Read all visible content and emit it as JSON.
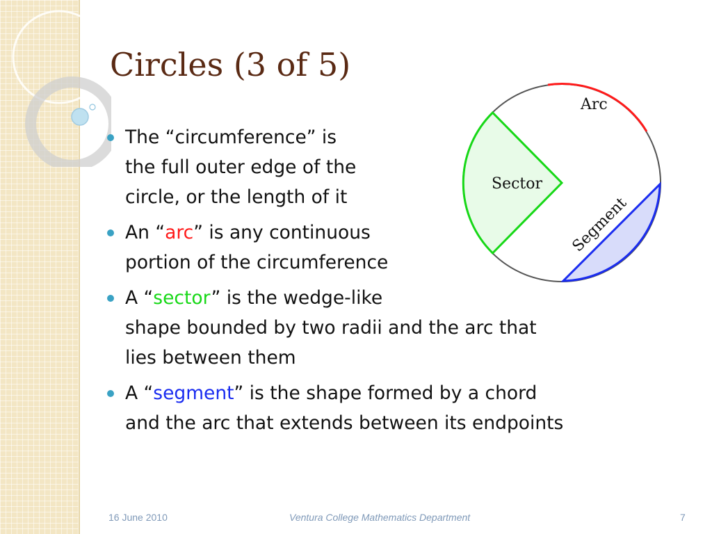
{
  "slide": {
    "title": "Circles (3 of 5)",
    "bullets": [
      {
        "lines": [
          {
            "pre": "The “circumference” is"
          },
          {
            "pre": "the full outer edge of the"
          },
          {
            "pre": "circle, or the length of it"
          }
        ]
      },
      {
        "lines": [
          {
            "pre": "An “",
            "kw": "arc",
            "post": "” is any continuous"
          },
          {
            "pre": "portion of the circumference"
          }
        ]
      },
      {
        "lines": [
          {
            "pre": "A “",
            "kw": "sector",
            "post": "” is the wedge-like"
          },
          {
            "pre": "shape bounded by two radii and the arc that"
          },
          {
            "pre": "lies between them"
          }
        ]
      },
      {
        "lines": [
          {
            "pre": "A “",
            "kw": "segment",
            "post": "” is the shape formed by a chord"
          },
          {
            "pre": "and the arc that extends between its endpoints"
          }
        ]
      }
    ]
  },
  "diagram": {
    "labels": {
      "arc": "Arc",
      "sector": "Sector",
      "segment": "Segment"
    },
    "colors": {
      "arc": "#ff1a1a",
      "sector": "#17d817",
      "segment": "#1a2cf0",
      "segment_fill": "#d8dcfa",
      "circle": "#555555",
      "sector_fill": "#e8fbe8"
    }
  },
  "footer": {
    "date": "16 June 2010",
    "center": "Ventura College Mathematics Department",
    "page": "7"
  },
  "theme": {
    "title_color": "#5a2a14",
    "bullet_color": "#3aa2c4",
    "strip_color": "#f3e6c4",
    "footer_color": "#7f99b8"
  }
}
